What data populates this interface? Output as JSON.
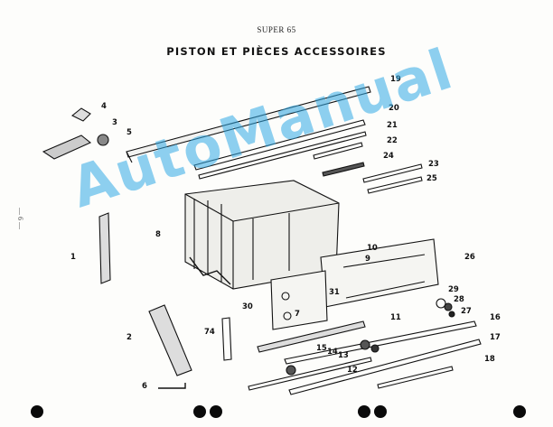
{
  "header": {
    "model": "SUPER 65",
    "title": "PISTON ET PIÈCES ACCESSOIRES"
  },
  "page_number": "— 6 —",
  "watermark": "AutoManual",
  "colors": {
    "ink": "#111111",
    "watermark": "#32aae6",
    "paper": "#fdfdfb"
  },
  "part_labels": [
    "19",
    "20",
    "21",
    "22",
    "4",
    "3",
    "5",
    "24",
    "23",
    "25",
    "8",
    "10",
    "9",
    "26",
    "1",
    "31",
    "30",
    "7",
    "29",
    "28",
    "27",
    "11",
    "16",
    "2",
    "74",
    "15",
    "14",
    "13",
    "17",
    "12",
    "18",
    "6"
  ]
}
